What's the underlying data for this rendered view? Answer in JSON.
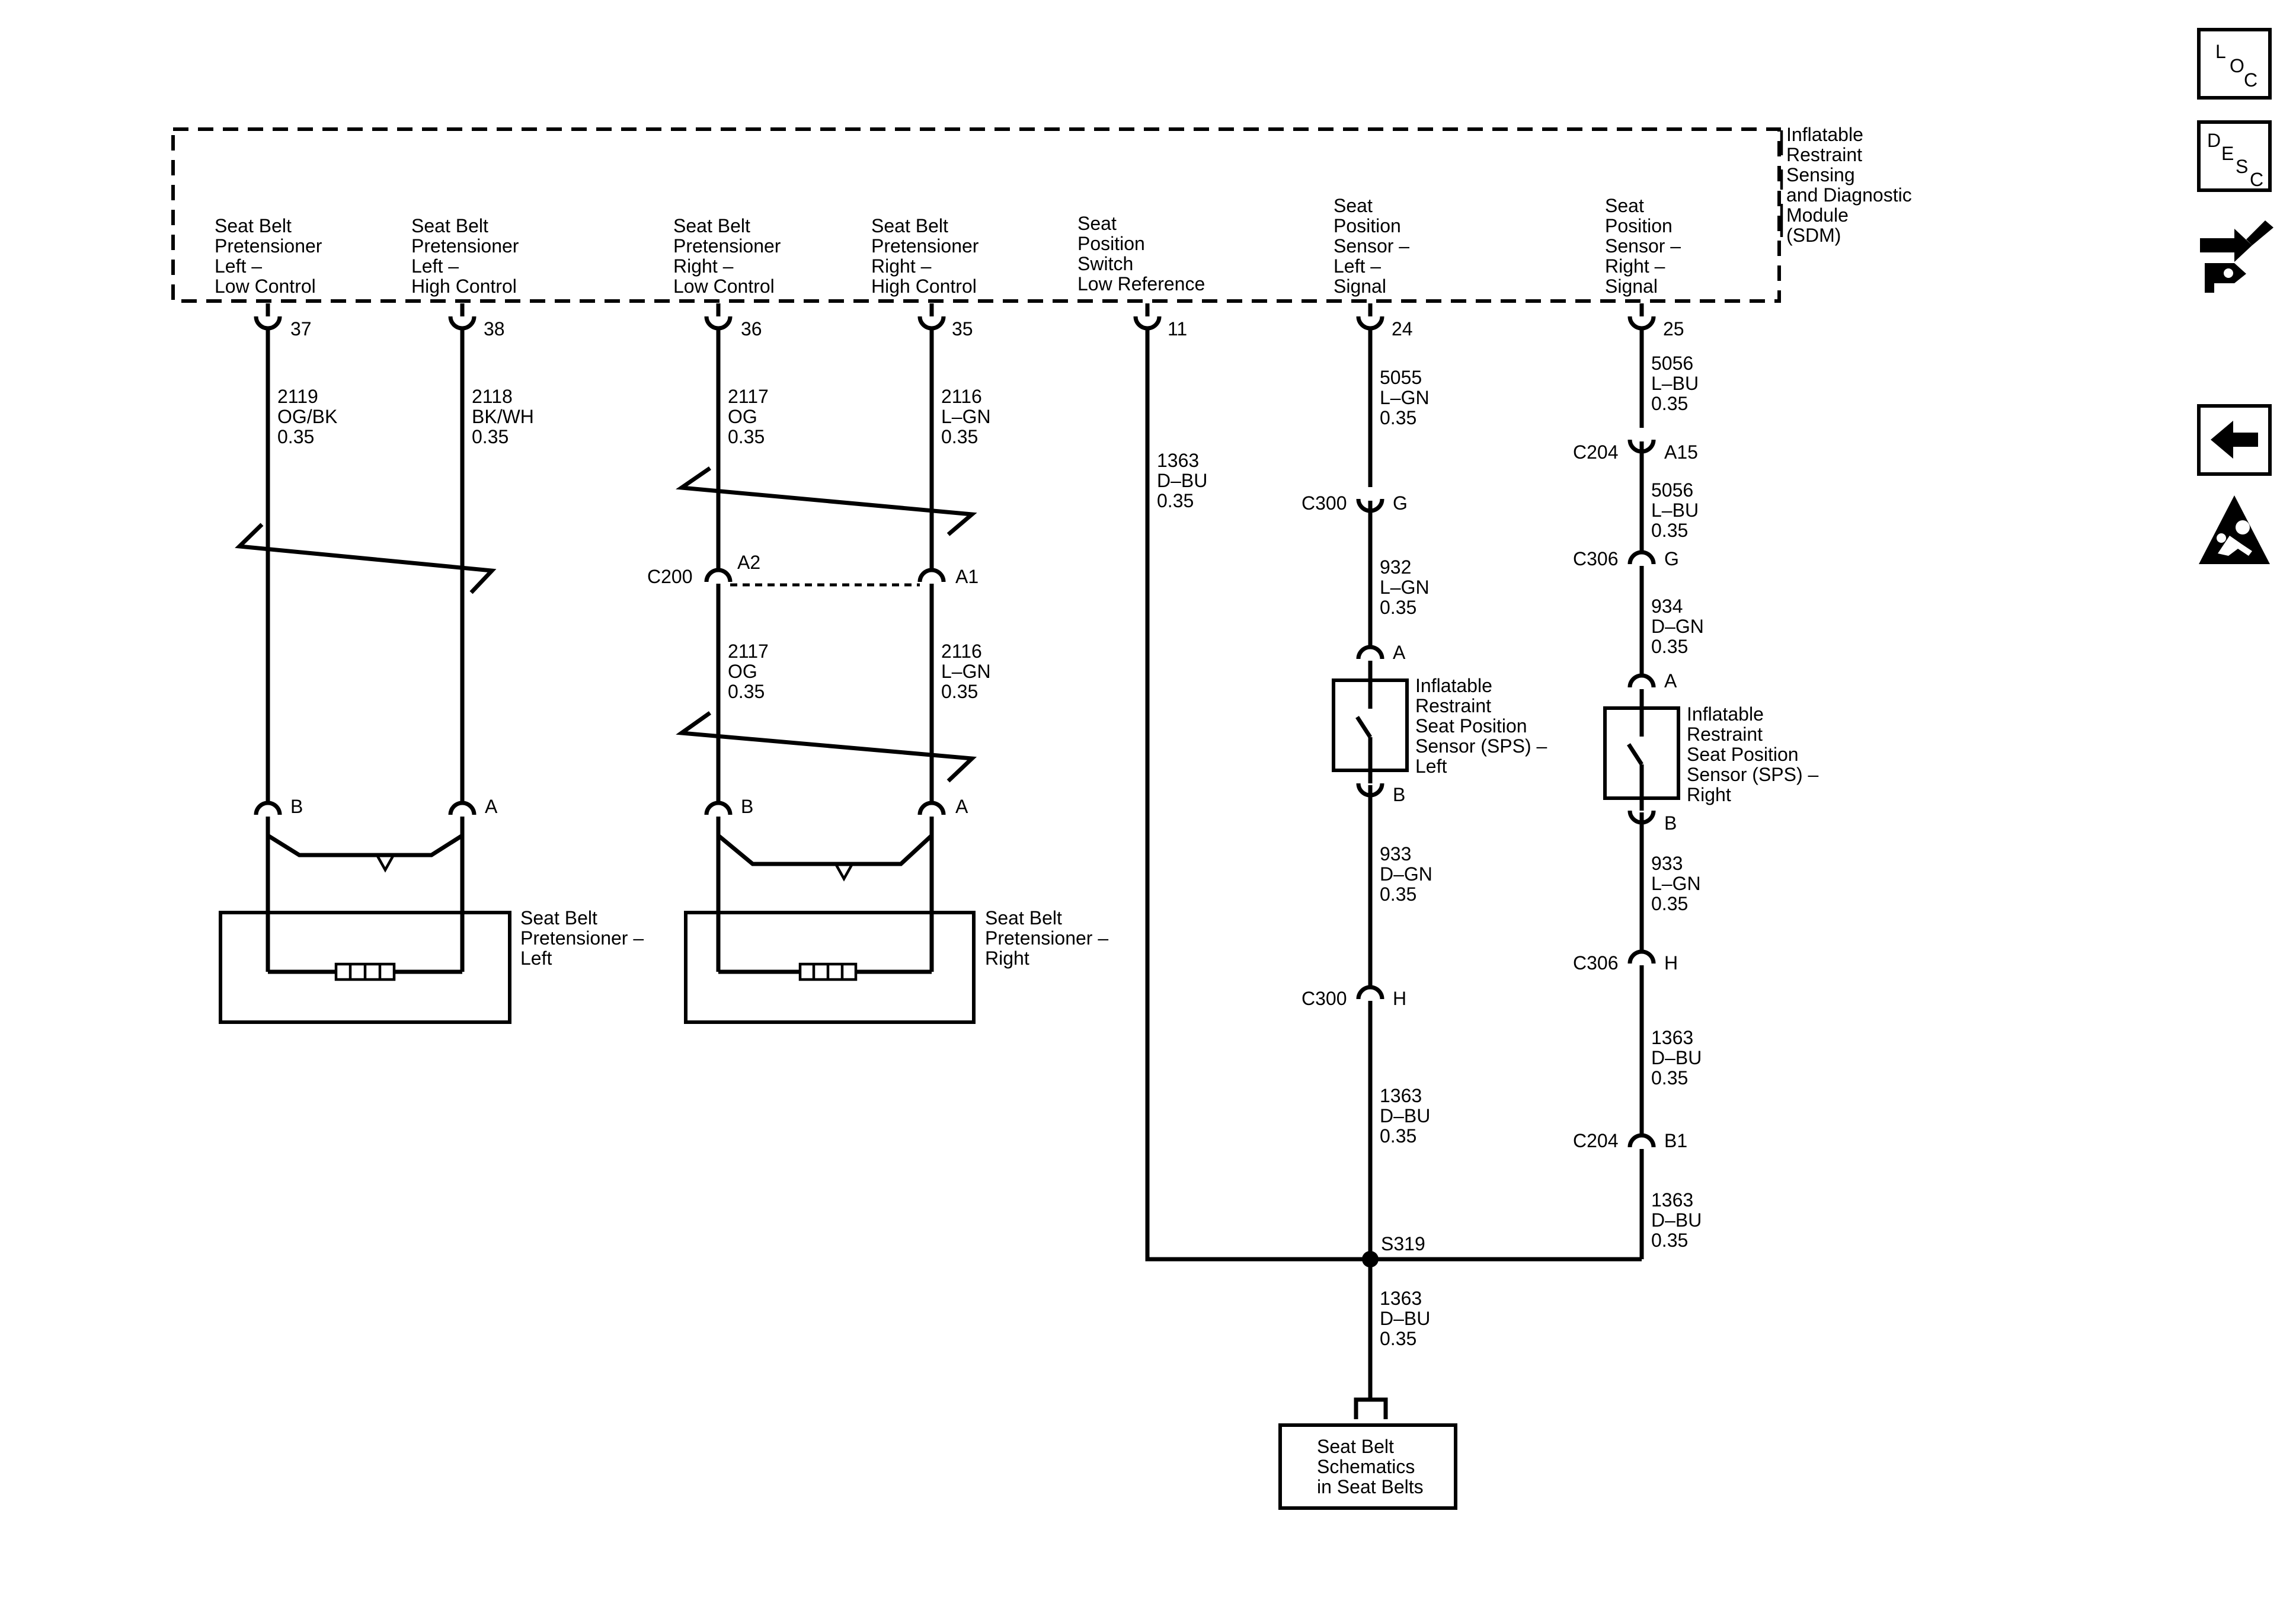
{
  "sdm": {
    "label": [
      "Inflatable",
      "Restraint",
      "Sensing",
      "and Diagnostic",
      "Module",
      "(SDM)"
    ],
    "circuits": [
      {
        "label": [
          "Seat Belt",
          "Pretensioner",
          "Left –",
          "Low Control"
        ],
        "pin": "37"
      },
      {
        "label": [
          "Seat Belt",
          "Pretensioner",
          "Left –",
          "High Control"
        ],
        "pin": "38"
      },
      {
        "label": [
          "Seat Belt",
          "Pretensioner",
          "Right –",
          "Low Control"
        ],
        "pin": "36"
      },
      {
        "label": [
          "Seat Belt",
          "Pretensioner",
          "Right –",
          "High Control"
        ],
        "pin": "35"
      },
      {
        "label": [
          "Seat",
          "Position",
          "Switch",
          "Low Reference"
        ],
        "pin": "11"
      },
      {
        "label": [
          "Seat",
          "Position",
          "Sensor –",
          "Left –",
          "Signal"
        ],
        "pin": "24"
      },
      {
        "label": [
          "Seat",
          "Position",
          "Sensor –",
          "Right –",
          "Signal"
        ],
        "pin": "25"
      }
    ]
  },
  "wires": [
    {
      "lines": [
        "2119",
        "OG/BK",
        "0.35"
      ]
    },
    {
      "lines": [
        "2118",
        "BK/WH",
        "0.35"
      ]
    },
    {
      "lines": [
        "2117",
        "OG",
        "0.35"
      ]
    },
    {
      "lines": [
        "2116",
        "L–GN",
        "0.35"
      ]
    },
    {
      "lines": [
        "2117",
        "OG",
        "0.35"
      ]
    },
    {
      "lines": [
        "2116",
        "L–GN",
        "0.35"
      ]
    },
    {
      "lines": [
        "1363",
        "D–BU",
        "0.35"
      ]
    },
    {
      "lines": [
        "5055",
        "L–GN",
        "0.35"
      ]
    },
    {
      "lines": [
        "932",
        "L–GN",
        "0.35"
      ]
    },
    {
      "lines": [
        "933",
        "D–GN",
        "0.35"
      ]
    },
    {
      "lines": [
        "1363",
        "D–BU",
        "0.35"
      ]
    },
    {
      "lines": [
        "5056",
        "L–BU",
        "0.35"
      ]
    },
    {
      "lines": [
        "5056",
        "L–BU",
        "0.35"
      ]
    },
    {
      "lines": [
        "934",
        "D–GN",
        "0.35"
      ]
    },
    {
      "lines": [
        "933",
        "L–GN",
        "0.35"
      ]
    },
    {
      "lines": [
        "1363",
        "D–BU",
        "0.35"
      ]
    },
    {
      "lines": [
        "1363",
        "D–BU",
        "0.35"
      ]
    },
    {
      "lines": [
        "1363",
        "D–BU",
        "0.35"
      ]
    }
  ],
  "connectors": [
    {
      "name": "C200",
      "pin": "A2"
    },
    {
      "pin": "A1"
    },
    {
      "name": "C300",
      "pin": "G"
    },
    {
      "name": "C300",
      "pin": "H"
    },
    {
      "name": "C204",
      "pin": "A15"
    },
    {
      "name": "C306",
      "pin": "G"
    },
    {
      "name": "C306",
      "pin": "H"
    },
    {
      "name": "C204",
      "pin": "B1"
    }
  ],
  "component_pins": [
    "B",
    "A",
    "B",
    "A",
    "A",
    "B",
    "A",
    "B"
  ],
  "components": {
    "pretensioner_left": [
      "Seat Belt",
      "Pretensioner –",
      "Left"
    ],
    "pretensioner_right": [
      "Seat Belt",
      "Pretensioner –",
      "Right"
    ],
    "sps_left": [
      "Inflatable",
      "Restraint",
      "Seat Position",
      "Sensor (SPS) –",
      "Left"
    ],
    "sps_right": [
      "Inflatable",
      "Restraint",
      "Seat Position",
      "Sensor (SPS) –",
      "Right"
    ],
    "seat_belt_schematics": [
      "Seat Belt",
      "Schematics",
      "in Seat Belts"
    ]
  },
  "splice": "S319",
  "nav": {
    "loc": [
      "L",
      "O",
      "C"
    ],
    "desc": [
      "D",
      "E",
      "S",
      "C"
    ]
  }
}
